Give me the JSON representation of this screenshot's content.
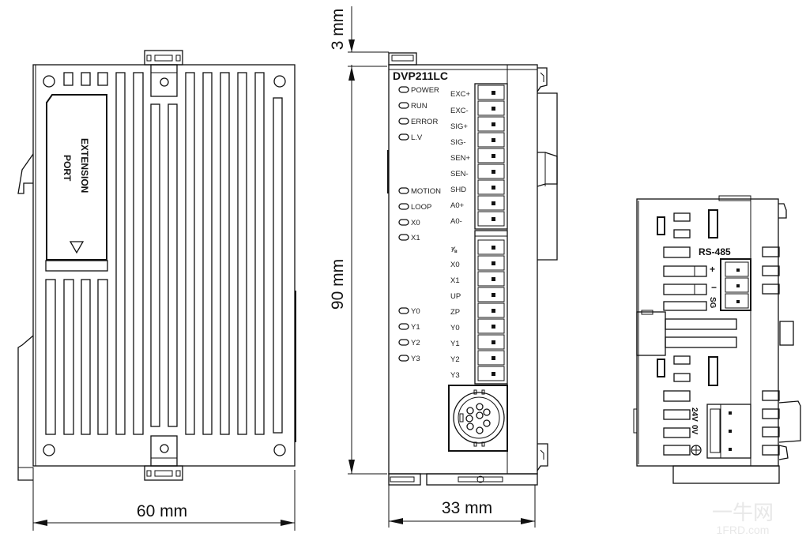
{
  "drawing": {
    "subject": "Delta DVP211LC load cell module dimension drawing",
    "model_label": "DVP211LC",
    "dimensions": {
      "width": "60 mm",
      "depth": "33 mm",
      "height": "90 mm",
      "top_offset": "3 mm"
    },
    "side_view": {
      "extension_port_line1": "EXTENSION",
      "extension_port_line2": "PORT"
    },
    "front_view": {
      "leds_top": [
        "POWER",
        "RUN",
        "ERROR",
        "L.V"
      ],
      "leds_middle": [
        "MOTION",
        "LOOP",
        "X0",
        "X1"
      ],
      "leds_bottom": [
        "Y0",
        "Y1",
        "Y2",
        "Y3"
      ],
      "terminals_upper": [
        "EXC+",
        "EXC-",
        "SIG+",
        "SIG-",
        "SEN+",
        "SEN-",
        "SHD",
        "A0+",
        "A0-"
      ],
      "terminals_lower_symbol": "⅞",
      "terminals_lower": [
        "X0",
        "X1",
        "UP",
        "ZP",
        "Y0",
        "Y1",
        "Y2",
        "Y3"
      ]
    },
    "rear_view": {
      "comm_label": "RS-485",
      "comm_pins": [
        "+",
        "−",
        "SG"
      ],
      "power_pins": [
        "24V",
        "0V"
      ],
      "ground_symbol": "⏚"
    }
  },
  "watermark": {
    "line1": "一牛网",
    "line2": "1FRD.com"
  }
}
